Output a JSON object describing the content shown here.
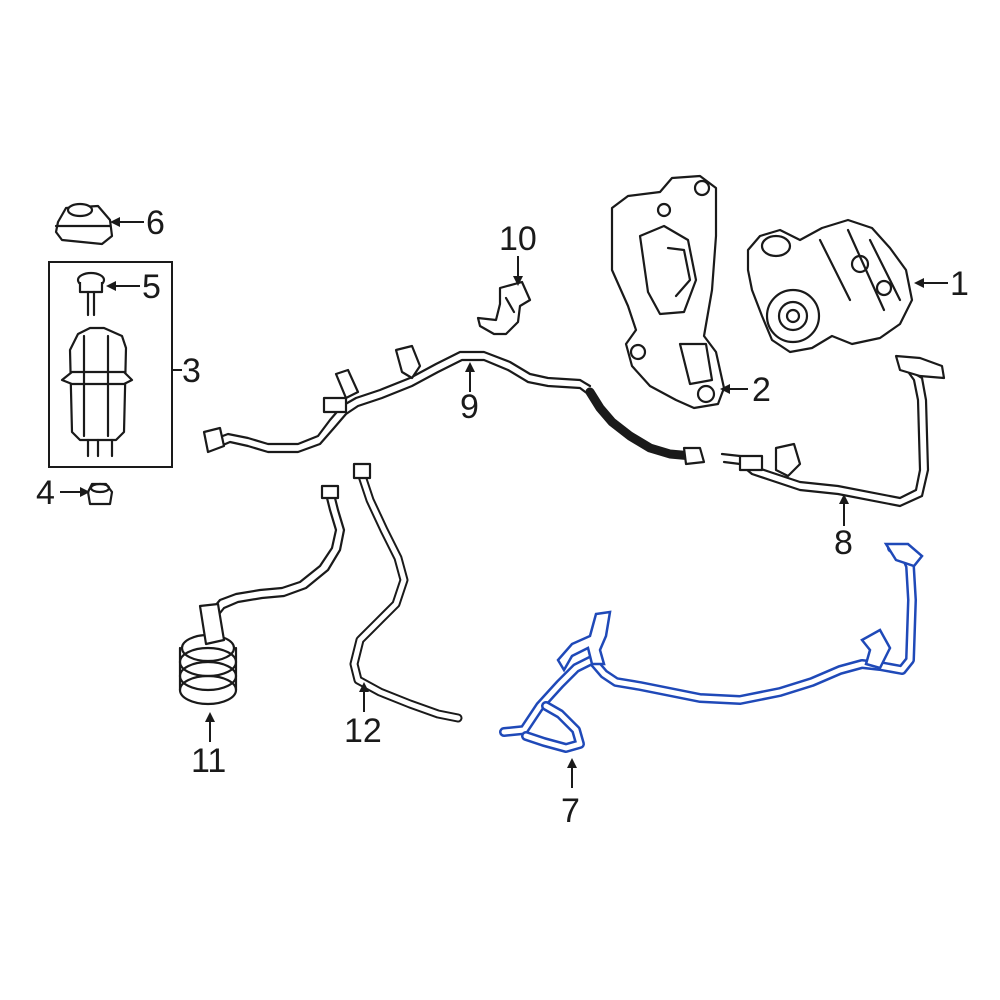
{
  "diagram": {
    "highlight_color": "#1f49b8",
    "line_color": "#1a1a1a",
    "callouts": [
      {
        "id": "1",
        "label": "1"
      },
      {
        "id": "2",
        "label": "2"
      },
      {
        "id": "3",
        "label": "3"
      },
      {
        "id": "4",
        "label": "4"
      },
      {
        "id": "5",
        "label": "5"
      },
      {
        "id": "6",
        "label": "6"
      },
      {
        "id": "7",
        "label": "7"
      },
      {
        "id": "8",
        "label": "8"
      },
      {
        "id": "9",
        "label": "9"
      },
      {
        "id": "10",
        "label": "10"
      },
      {
        "id": "11",
        "label": "11"
      },
      {
        "id": "12",
        "label": "12"
      }
    ]
  }
}
